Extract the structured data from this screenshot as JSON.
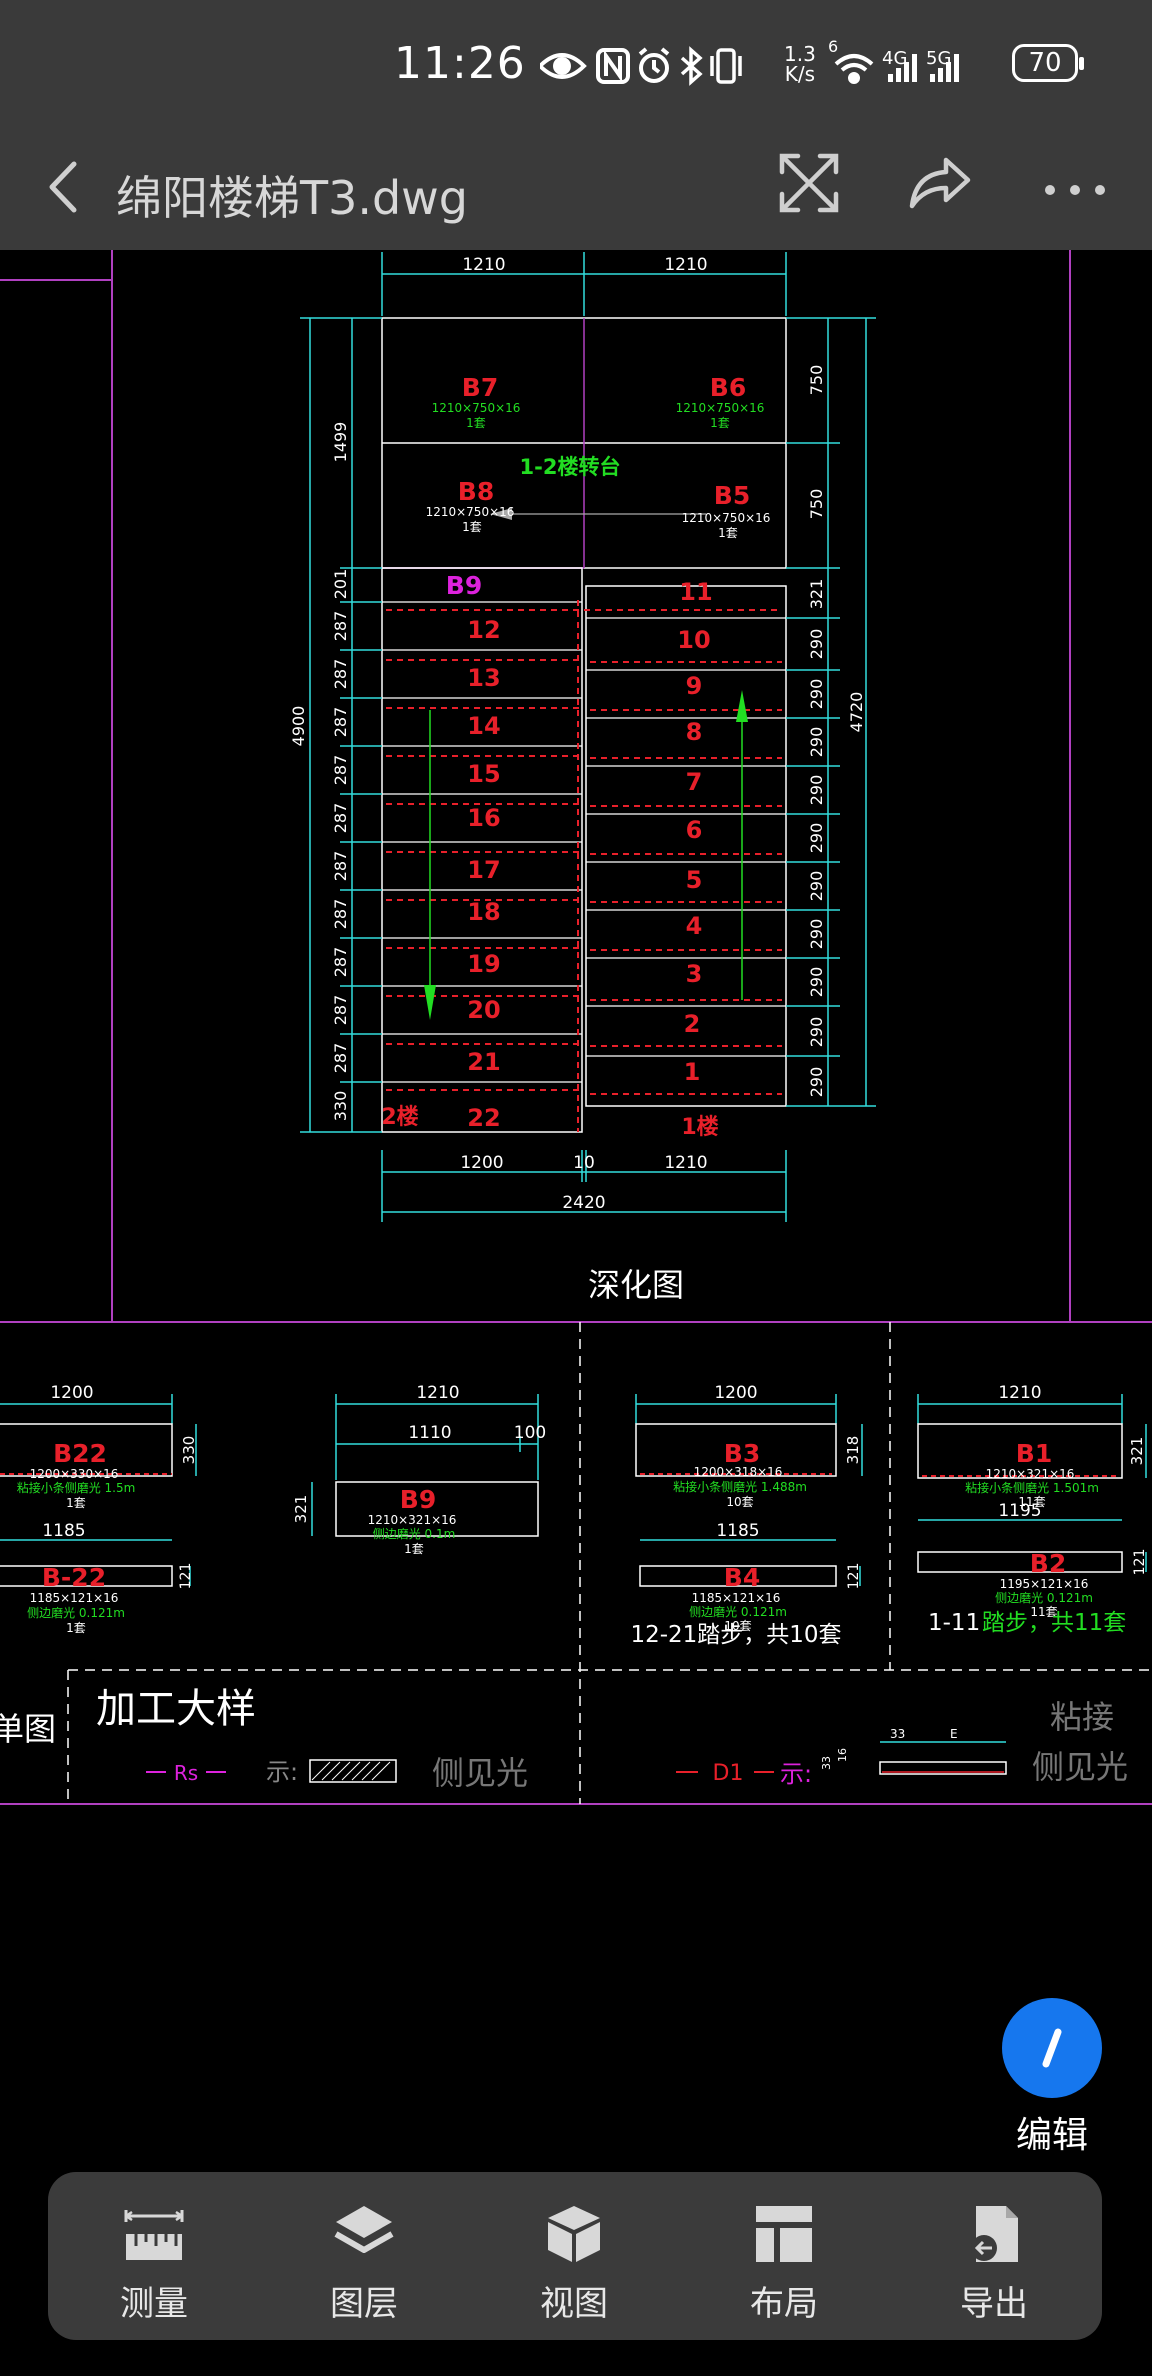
{
  "status_bar": {
    "time": "11:26",
    "net_speed_value": "1.3",
    "net_speed_unit": "K/s",
    "signal_1": "4G",
    "signal_2": "5G",
    "wifi_badge": "6",
    "battery": "70"
  },
  "title_bar": {
    "file_name": "绵阳楼梯T3.dwg"
  },
  "drawing": {
    "caption_main": "深化图",
    "landing_label": "1-2楼转台",
    "floor_1": "1楼",
    "floor_2": "2楼",
    "dims_top": [
      "1210",
      "1210"
    ],
    "dims_bottom_row1": [
      "1200",
      "10",
      "1210"
    ],
    "dim_bottom_total": "2420",
    "dim_left_total": "4900",
    "dim_left_1499": "1499",
    "dim_left_201": "201",
    "dim_left_287": "287",
    "dim_left_330": "330",
    "dim_right_total": "4720",
    "dim_right_750": "750",
    "dim_right_321": "321",
    "dim_right_290": "290",
    "plates_top": [
      {
        "id": "B7",
        "size": "1210×750×16",
        "qty": "1套"
      },
      {
        "id": "B6",
        "size": "1210×750×16",
        "qty": "1套"
      },
      {
        "id": "B8",
        "size": "1210×750×16",
        "qty": "1套"
      },
      {
        "id": "B5",
        "size": "1210×750×16",
        "qty": "1套"
      }
    ],
    "plate_b9": "B9",
    "steps_left": [
      "12",
      "13",
      "14",
      "15",
      "16",
      "17",
      "18",
      "19",
      "20",
      "21",
      "22"
    ],
    "steps_right": [
      "11",
      "10",
      "9",
      "8",
      "7",
      "6",
      "5",
      "4",
      "3",
      "2",
      "1"
    ],
    "details": {
      "b22": {
        "id": "B22",
        "size": "1200×330×16",
        "note": "粘接小条侧磨光 1.5m",
        "qty": "1套",
        "w": "1200",
        "h": "330"
      },
      "b22b": {
        "id": "B-22",
        "size": "1185×121×16",
        "note": "侧边磨光 0.121m",
        "qty": "1套",
        "w": "1185",
        "h": "121"
      },
      "b9": {
        "id": "B9",
        "size": "1210×321×16",
        "note": "侧边磨光 0.1m",
        "qty": "1套",
        "w": "1210",
        "w2": "1110",
        "w3": "100",
        "h": "321"
      },
      "b3": {
        "id": "B3",
        "size": "1200×318×16",
        "note": "粘接小条侧磨光 1.488m",
        "qty": "10套",
        "w": "1200",
        "h": "318"
      },
      "b4": {
        "id": "B4",
        "size": "1185×121×16",
        "note": "侧边磨光 0.121m",
        "qty": "10套",
        "w": "1185",
        "h": "121"
      },
      "b1": {
        "id": "B1",
        "size": "1210×321×16",
        "note": "粘接小条侧磨光 1.501m",
        "qty": "11套",
        "w": "1210",
        "h": "321"
      },
      "b2": {
        "id": "B2",
        "size": "1195×121×16",
        "note": "侧边磨光 0.121m",
        "qty": "11套",
        "w": "1195",
        "h": "121"
      }
    },
    "group_12_21": "12-21踏步，共10套",
    "group_1_11_prefix": "1-11",
    "group_1_11_suffix": "踏步，共11套",
    "legend_title": "加工大样",
    "legend_left_partial": "单图",
    "legend_rs": "Rs",
    "legend_d1": "D1",
    "legend_show": "示:",
    "legend_side_bright_1": "侧见光",
    "legend_glue": "粘接",
    "legend_side_bright_2": "侧见光",
    "legend_dim_33": "33",
    "legend_dim_e": "E",
    "legend_dim_16": "16",
    "legend_dim_33b": "33"
  },
  "fab": {
    "label": "编辑"
  },
  "toolbar": {
    "items": [
      {
        "label": "测量",
        "icon": "ruler-icon"
      },
      {
        "label": "图层",
        "icon": "layers-icon"
      },
      {
        "label": "视图",
        "icon": "cube-icon"
      },
      {
        "label": "布局",
        "icon": "layout-icon"
      },
      {
        "label": "导出",
        "icon": "export-icon"
      }
    ]
  },
  "colors": {
    "bar_bg": "#3a3a3a",
    "cad_white": "#ffffff",
    "cad_red": "#e8202a",
    "cad_green": "#22dd22",
    "cad_cyan": "#33dddd",
    "cad_magenta": "#dd22dd",
    "cad_purple": "#b040c0",
    "accent_blue": "#1677ee"
  }
}
